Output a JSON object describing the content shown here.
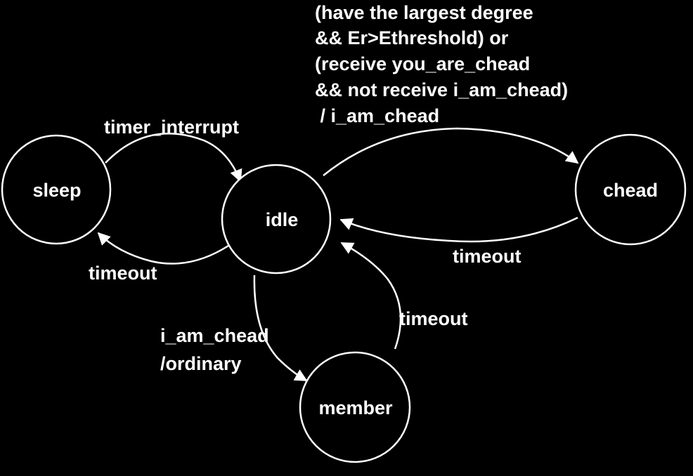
{
  "colors": {
    "background": "#000000",
    "foreground": "#ffffff"
  },
  "states": {
    "sleep": "sleep",
    "idle": "idle",
    "chead": "chead",
    "member": "member"
  },
  "transitions": {
    "sleep_to_idle": "timer_interrupt",
    "idle_to_sleep": "timeout",
    "idle_to_chead": [
      "(have the largest degree",
      "&& Er>Ethreshold) or",
      "(receive you_are_chead",
      "&& not receive i_am_chead)",
      " / i_am_chead"
    ],
    "chead_to_idle": "timeout",
    "idle_to_member": [
      "i_am_chead",
      "/ordinary"
    ],
    "member_to_idle": "timeout"
  }
}
